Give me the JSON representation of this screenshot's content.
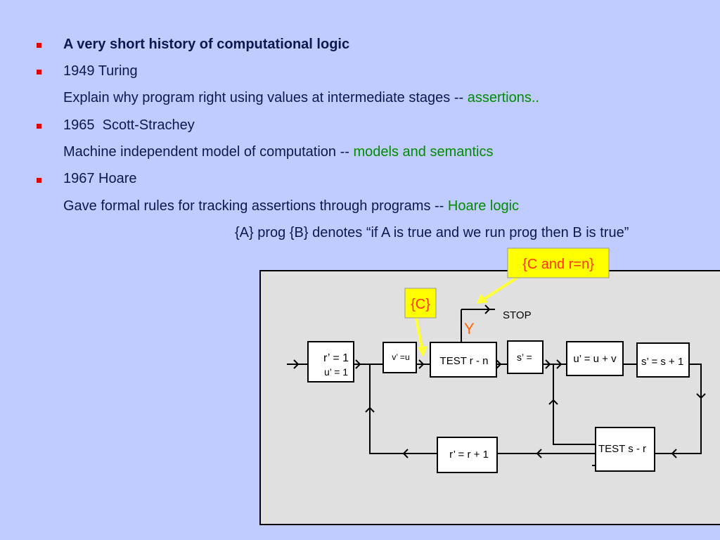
{
  "bullets": [
    {
      "text": "A very short history of computational logic"
    },
    {
      "text": "1949 Turing"
    },
    {
      "text": "1965  Scott-Strachey"
    },
    {
      "text": "1967 Hoare"
    }
  ],
  "lines": {
    "turing_text": "Explain why program right using values at intermediate stages -- ",
    "turing_term": "assertions..",
    "scott_text": "Machine independent model of computation -- ",
    "scott_term": "models and semantics",
    "hoare_text": "Gave formal rules for tracking assertions through programs -- ",
    "hoare_term": "Hoare logic",
    "triple": "{A} prog {B} denotes “if A is true and we run prog then B is true”"
  },
  "diagram": {
    "callout_final": "{C and r=n}",
    "callout_loop": "{C}",
    "y_label": "Y",
    "stop_label": "STOP",
    "box_init_line1": "r’ = 1",
    "box_init_line2": "u’ = 1",
    "box_v": "v’ =u",
    "box_test_rn": "TEST r - n",
    "box_s": "s’ = ",
    "box_u": "u’ = u + v",
    "box_s_inc": "s’ = s + 1",
    "box_test_sr": "TEST s - r",
    "box_r_inc": "r’ = r + 1"
  },
  "colors": {
    "background": "#c0ccff",
    "panel": "#e0e0e0",
    "callout_fill": "#ffff00",
    "callout_text": "#ff3300",
    "highlight_arrow": "#ffff33",
    "bullet": "#e00000",
    "green_term": "#008c00"
  }
}
